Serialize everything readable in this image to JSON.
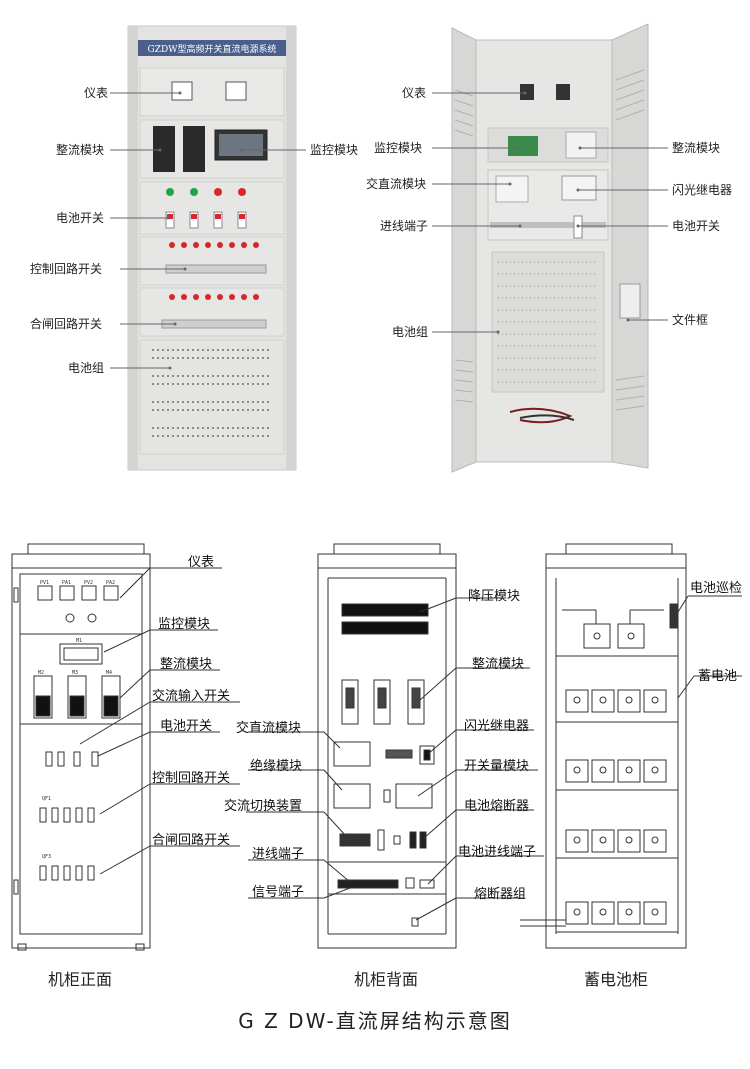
{
  "top_front": {
    "title": "GZDW型高频开关直流电源系统",
    "labels": {
      "meter": "仪表",
      "rectifier": "整流模块",
      "monitor": "监控模块",
      "battery_switch": "电池开关",
      "control_loop": "控制回路开关",
      "closing_loop": "合闸回路开关",
      "battery_pack": "电池组"
    }
  },
  "top_back": {
    "labels": {
      "meter": "仪表",
      "monitor": "监控模块",
      "rectifier": "整流模块",
      "acdc": "交直流模块",
      "flash_relay": "闪光继电器",
      "terminal": "进线端子",
      "battery_switch": "电池开关",
      "battery_pack": "电池组",
      "file_box": "文件框"
    }
  },
  "front_diagram": {
    "caption": "机柜正面",
    "meter_names": [
      "PV1",
      "PA1",
      "PV2",
      "PA2"
    ],
    "module_names": [
      "M2",
      "M3",
      "M4"
    ],
    "monitor_name": "M1",
    "switch_row_a": "QF1",
    "switch_row_b": "QF3",
    "labels": {
      "meter": "仪表",
      "monitor": "监控模块",
      "rectifier": "整流模块",
      "ac_input": "交流输入开关",
      "battery_switch": "电池开关",
      "control_loop": "控制回路开关",
      "closing_loop": "合闸回路开关"
    }
  },
  "back_diagram": {
    "caption": "机柜背面",
    "labels": {
      "step_down": "降压模块",
      "rectifier": "整流模块",
      "acdc": "交直流模块",
      "flash_relay": "闪光继电器",
      "insulation": "绝缘模块",
      "switch_qty": "开关量模块",
      "ac_switch": "交流切换装置",
      "battery_fuse": "电池熔断器",
      "terminal": "进线端子",
      "battery_terminal": "电池进线端子",
      "signal_terminal": "信号端子",
      "fuse_group": "熔断器组"
    }
  },
  "battery_diagram": {
    "caption": "蓄电池柜",
    "labels": {
      "inspection": "电池巡检",
      "battery": "蓄电池"
    }
  },
  "main_title": "G Z DW-直流屏结构示意图",
  "colors": {
    "cabinet": "#e3e4e2",
    "title_bar": "#4a5f8c",
    "red_switch": "#d8262b",
    "green_light": "#21a34a"
  }
}
